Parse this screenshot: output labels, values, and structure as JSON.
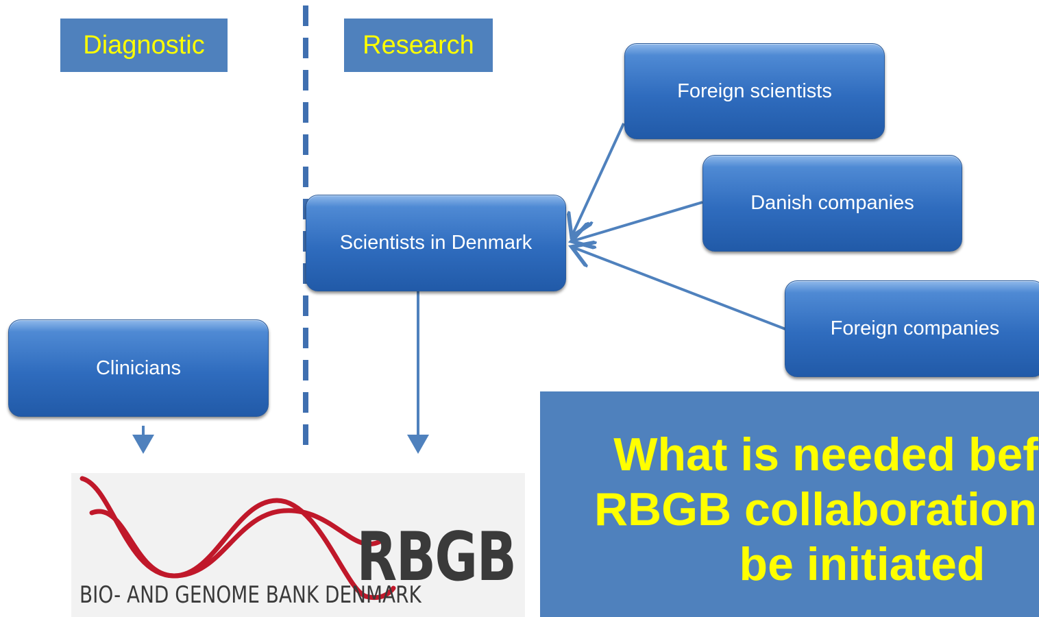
{
  "labels": {
    "diagnostic": "Diagnostic",
    "research": "Research"
  },
  "nodes": {
    "foreign_scientists": "Foreign scientists",
    "danish_companies": "Danish companies",
    "scientists_denmark": "Scientists in Denmark",
    "foreign_companies": "Foreign companies",
    "clinicians": "Clinicians"
  },
  "logo": {
    "acronym": "RBGB",
    "full_name": "BIO- AND GENOME BANK DENMARK"
  },
  "question": {
    "line1": "What is needed before",
    "line2": "RBGB collaboration can",
    "line3": "be initiated"
  },
  "colors": {
    "label_bg": "#4f81bd",
    "label_text": "#ffff00",
    "node_blue": "#2f6cbe",
    "arrow": "#4f81bd",
    "logo_helix": "#c0182a"
  }
}
